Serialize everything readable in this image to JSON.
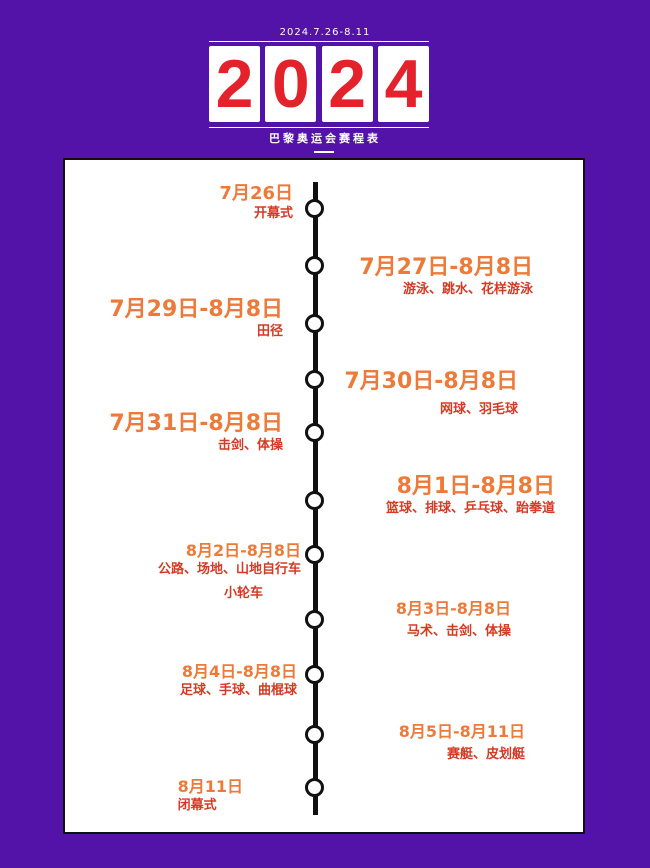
{
  "header": {
    "date_range": "2024.7.26-8.11",
    "year_digits": [
      "2",
      "0",
      "2",
      "4"
    ],
    "subtitle": "巴黎奥运会赛程表"
  },
  "colors": {
    "background": "#5312a8",
    "year_digit": "#e4222b",
    "date_text": "#ee7a3a",
    "sport_text": "#d43a24",
    "timeline": "#111111"
  },
  "timeline": [
    {
      "date": "7月26日",
      "sports": [
        "开幕式"
      ]
    },
    {
      "date": "7月27日-8月8日",
      "sports": [
        "游泳、跳水、花样游泳"
      ]
    },
    {
      "date": "7月29日-8月8日",
      "sports": [
        "田径"
      ]
    },
    {
      "date": "7月30日-8月8日",
      "sports": [
        "网球、羽毛球"
      ]
    },
    {
      "date": "7月31日-8月8日",
      "sports": [
        "击剑、体操"
      ]
    },
    {
      "date": "8月1日-8月8日",
      "sports": [
        "篮球、排球、乒乓球、跆拳道"
      ]
    },
    {
      "date": "8月2日-8月8日",
      "sports": [
        "公路、场地、山地自行车",
        "小轮车"
      ]
    },
    {
      "date": "8月3日-8月8日",
      "sports": [
        "马术、击剑、体操"
      ]
    },
    {
      "date": "8月4日-8月8日",
      "sports": [
        "足球、手球、曲棍球"
      ]
    },
    {
      "date": "8月5日-8月11日",
      "sports": [
        "赛艇、皮划艇"
      ]
    },
    {
      "date": "8月11日",
      "sports": [
        "闭幕式"
      ]
    }
  ]
}
